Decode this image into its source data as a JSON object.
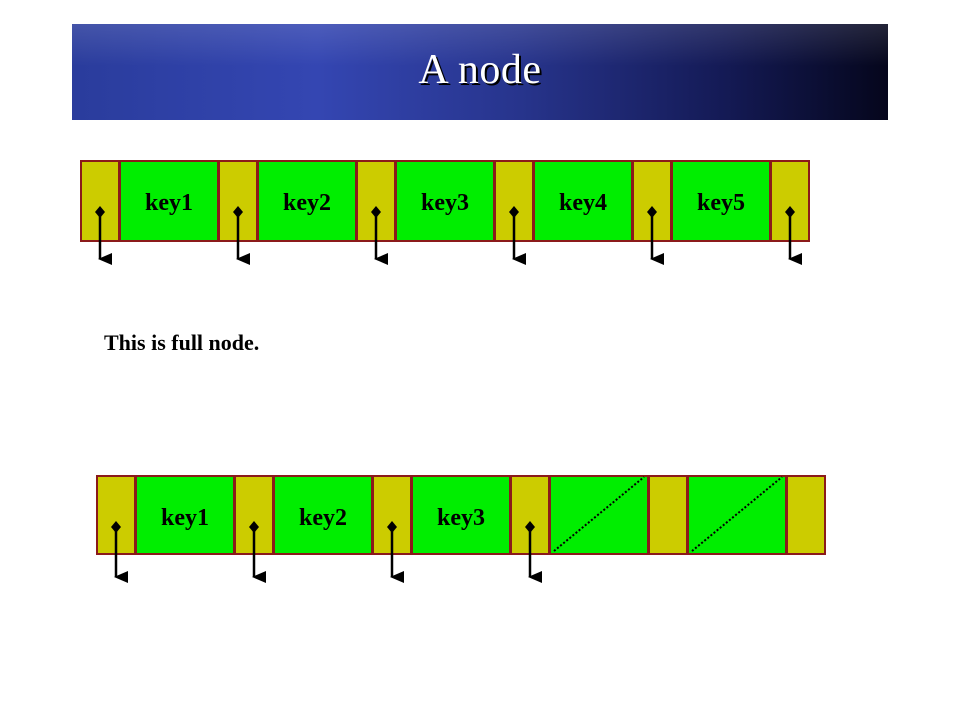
{
  "title": "A node",
  "caption": "This is full node.",
  "colors": {
    "pointer_cell": "#cccc00",
    "key_cell": "#00ee00",
    "border": "#8b1a1a",
    "arrow": "#000000"
  },
  "nodes": [
    {
      "name": "full-node",
      "keys": [
        "key1",
        "key2",
        "key3",
        "key4",
        "key5"
      ],
      "pointer_count": 6
    },
    {
      "name": "partial-node",
      "keys": [
        "key1",
        "key2",
        "key3",
        "",
        ""
      ],
      "pointer_count": 4
    }
  ]
}
